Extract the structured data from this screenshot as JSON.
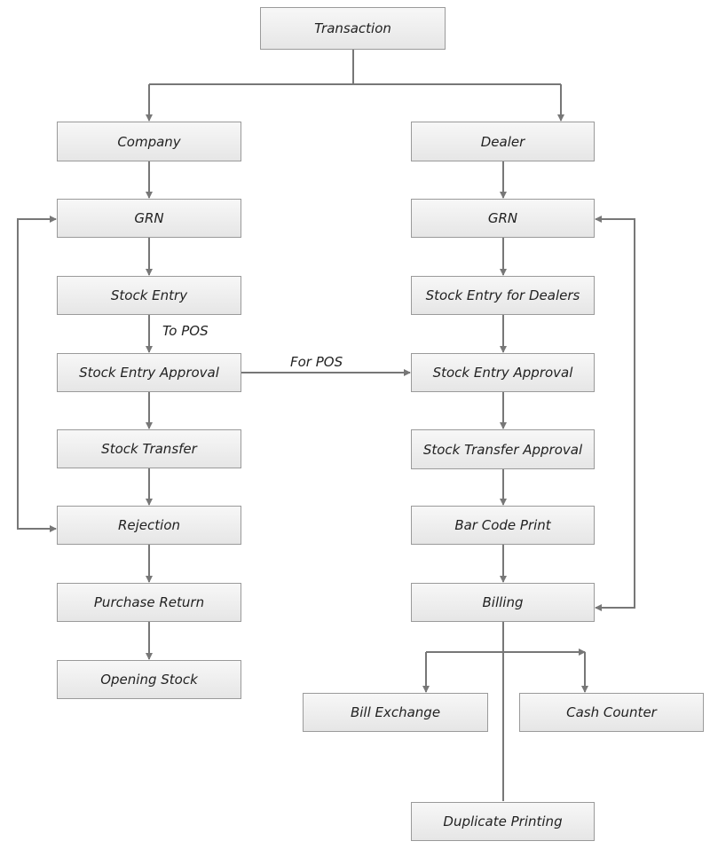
{
  "root": "Transaction",
  "left": [
    "Company",
    "GRN",
    "Stock Entry",
    "Stock Entry Approval",
    "Stock Transfer",
    "Rejection",
    "Purchase Return",
    "Opening Stock"
  ],
  "right": [
    "Dealer",
    "GRN",
    "Stock Entry for Dealers",
    "Stock Entry Approval",
    "Stock Transfer Approval",
    "Bar Code Print",
    "Billing"
  ],
  "billing_children": [
    "Bill Exchange",
    "Cash Counter",
    "Duplicate Printing"
  ],
  "edge_labels": {
    "to_pos": "To POS",
    "for_pos": "For POS"
  },
  "colors": {
    "line": "#777777",
    "border": "#9a9a9a"
  }
}
